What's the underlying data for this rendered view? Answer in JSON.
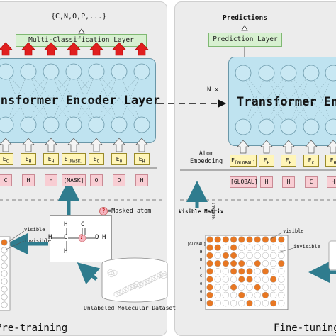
{
  "left": {
    "panel_title": "Pre-training",
    "output_set": "{C,N,O,P,...}",
    "classification_layer": "Multi-Classification Layer",
    "encoder_title": "Transformer Encoder Layer",
    "embeddings": [
      "EC",
      "EH",
      "EH",
      "E[MASK]",
      "EO",
      "EO",
      "EH"
    ],
    "embedding_labels": [
      {
        "base": "E",
        "sub": "C"
      },
      {
        "base": "E",
        "sub": "H"
      },
      {
        "base": "E",
        "sub": "H"
      },
      {
        "base": "E",
        "sub": "[MASK]"
      },
      {
        "base": "E",
        "sub": "O"
      },
      {
        "base": "E",
        "sub": "O"
      },
      {
        "base": "E",
        "sub": "H"
      }
    ],
    "tokens": [
      "C",
      "H",
      "H",
      "[MASK]",
      "O",
      "O",
      "H"
    ],
    "masked_legend_symbol": "?",
    "masked_legend_text": "=Masked atom",
    "molecule_atoms": [
      "H",
      "H",
      "C",
      "C",
      "?",
      "O",
      "H",
      "H"
    ],
    "dataset_label": "Unlabeled Molecular Dataset",
    "matrix_labels": [
      "visible",
      "invisible"
    ]
  },
  "right": {
    "panel_title": "Fine-tuning",
    "predictions_label": "Predictions",
    "prediction_layer": "Prediction Layer",
    "repeat_label": "N x",
    "encoder_title": "Transformer Encoder Layer",
    "atom_embedding_label": "Atom Embedding",
    "embedding_labels": [
      {
        "base": "E",
        "sub": "[GLOBAL]"
      },
      {
        "base": "E",
        "sub": "H"
      },
      {
        "base": "E",
        "sub": "H"
      },
      {
        "base": "E",
        "sub": "C"
      },
      {
        "base": "E",
        "sub": "H"
      }
    ],
    "tokens": [
      "[GLOBAL]",
      "H",
      "H",
      "C",
      "H"
    ],
    "visible_matrix_title": "Visible Matrix",
    "matrix_row_labels": [
      "[GLOBAL]",
      "H",
      "H",
      "C",
      "C",
      "O",
      "O",
      "N"
    ],
    "matrix_col_label": "[GLOBAL]",
    "matrix_labels": [
      "visible",
      "invisible"
    ]
  },
  "colors": {
    "panel_bg": "#ececec",
    "encoder_fill": "#bfe3f0",
    "arrow_red": "#e01f1f",
    "arrow_teal": "#2f7c8e",
    "dot_orange": "#e87722",
    "embedding_fill": "#fff5b8",
    "token_fill": "#f8cdd3",
    "class_layer_fill": "#d7f0d0"
  }
}
